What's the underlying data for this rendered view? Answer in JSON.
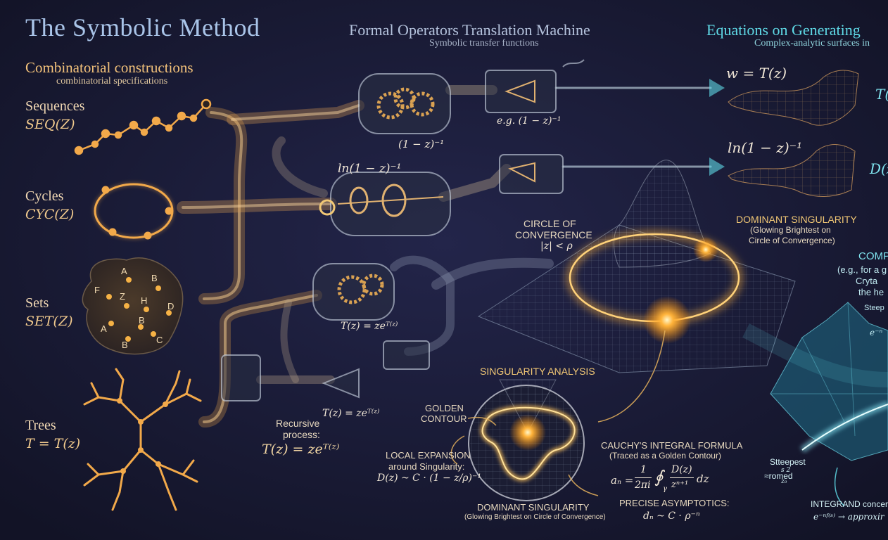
{
  "header": {
    "title": "The Symbolic Method",
    "translation_title": "Formal Operators Translation Machine",
    "translation_subtitle": "Symbolic transfer functions",
    "equations_title": "Equations on Generating",
    "equations_subtitle": "Complex-analytic surfaces in"
  },
  "constructions": {
    "title": "Combinatorial constructions",
    "subtitle": "combinatorial specifications",
    "items": [
      {
        "label": "Sequences",
        "formula": "SEQ(Z)"
      },
      {
        "label": "Cycles",
        "formula": "CYC(Z)"
      },
      {
        "label": "Sets",
        "formula": "SET(Z)"
      },
      {
        "label": "Trees",
        "formula": "T = T(z)"
      }
    ],
    "set_letters": [
      "A",
      "B",
      "F",
      "Z",
      "H",
      "D",
      "B",
      "A",
      "C",
      "B"
    ]
  },
  "machine": {
    "seq_operator": "(1 − z)⁻¹",
    "seq_example": "e.g. (1 − z)⁻¹",
    "cyc_operator": "ln(1 − z)⁻¹",
    "tree_operator": "T(z) = zeᵀ⁽ᶻ⁾",
    "tree_operator_2": "T(z) = zeᵀ⁽ᶻ⁾",
    "recursive_label_1": "Recursive",
    "recursive_label_2": "process:",
    "recursive_formula": "T(z) = zeᵀ⁽ᶻ⁾"
  },
  "surfaces": {
    "seq_eq": "w = T(z)",
    "seq_side": "T(",
    "cyc_eq": "ln(1 − z)⁻¹",
    "cyc_side": "D(z"
  },
  "singularity": {
    "circle_label_1": "CIRCLE OF",
    "circle_label_2": "CONVERGENCE",
    "circle_cond": "|z| < ρ",
    "dominant_title": "DOMINANT SINGULARITY",
    "dominant_sub_1": "(Glowing Brightest on",
    "dominant_sub_2": "Circle of Convergence)",
    "analysis_title": "SINGULARITY ANALYSIS",
    "golden_1": "GOLDEN",
    "golden_2": "CONTOUR",
    "local_1": "LOCAL EXPANSION",
    "local_2": "around Singularity:",
    "local_formula": "D(z) ~ C · (1 − z/ρ)⁻¹",
    "cauchy_title": "CAUCHY'S INTEGRAL FORMULA",
    "cauchy_sub": "(Traced as a Golden Contour)",
    "cauchy_formula_lhs": "aₙ =",
    "cauchy_frac_num": "1",
    "cauchy_frac_den": "2πi",
    "cauchy_integral": "∮",
    "cauchy_gamma": "γ",
    "cauchy_int_num": "D(z)",
    "cauchy_int_den": "zⁿ⁺¹",
    "cauchy_dz": "dz",
    "dom2_title": "DOMINANT SINGULARITY",
    "dom2_sub": "(Glowing Brightest on Circle of Convergence)",
    "asym_title": "PRECISE ASYMPTOTICS:",
    "asym_formula": "dₙ ~ C · ρ⁻ⁿ"
  },
  "right_edge": {
    "comp_1": "COMP",
    "comp_2": "(e.g., for a g",
    "comp_3": "Cryta",
    "comp_4": "the he",
    "steep": "Steep",
    "exp": "e⁻ⁿ",
    "steepest": "Stteepest",
    "romed": "≈romed",
    "frac_top": "s 2",
    "frac_bot": "z₀",
    "integrand": "INTEGRAND concer",
    "approx": "e⁻ⁿᶠ⁽ˢ⁾ → approxir"
  },
  "colors": {
    "background": "#15162b",
    "gold": "#f2b347",
    "cyan": "#5fd9e6",
    "title_blue": "#a9c4e8"
  }
}
